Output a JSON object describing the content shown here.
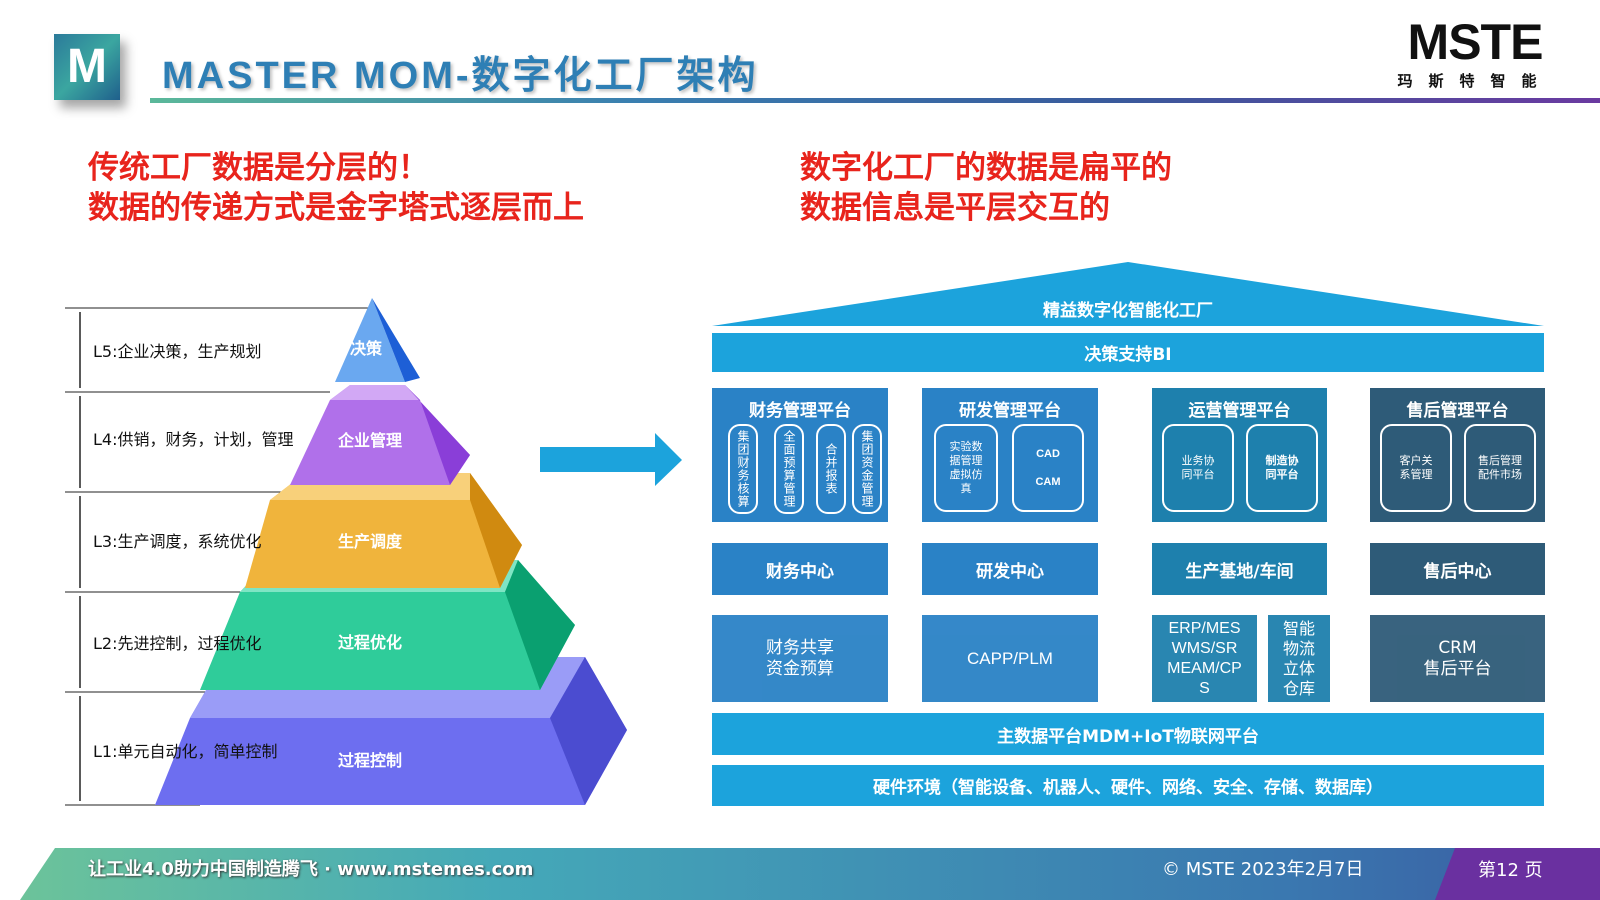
{
  "header": {
    "logo_letter": "M",
    "title": "MASTER MOM-数字化工厂架构",
    "brand_name": "MSTE",
    "brand_sub": "玛斯特智能"
  },
  "left": {
    "line1": "传统工厂数据是分层的！",
    "line2": "数据的传递方式是金字塔式逐层而上",
    "levels": [
      "L5:企业决策，生产规划",
      "L4:供销，财务，计划，管理",
      "L3:生产调度，系统优化",
      "L2:先进控制，过程优化",
      "L1:单元自动化，简单控制"
    ],
    "pyramid": [
      "决策",
      "企业管理",
      "生产调度",
      "过程优化",
      "过程控制"
    ]
  },
  "right": {
    "line1": "数字化工厂的数据是扁平的",
    "line2": "数据信息是平层交互的",
    "roof": "精益数字化智能化工厂",
    "bi": "决策支持BI",
    "platforms": [
      {
        "title": "财务管理平台",
        "subs": [
          "集团财务核算",
          "全面预算管理",
          "合并报表",
          "集团资金管理"
        ]
      },
      {
        "title": "研发管理平台",
        "subs": [
          "实验数据管理虚拟仿真",
          "CAD\n\nCAM"
        ]
      },
      {
        "title": "运营管理平台",
        "subs": [
          "业务协同平台",
          "制造协同平台"
        ]
      },
      {
        "title": "售后管理平台",
        "subs": [
          "客户关系管理",
          "售后管理配件市场"
        ]
      }
    ],
    "centers": [
      "财务中心",
      "研发中心",
      "生产基地/车间",
      "售后中心"
    ],
    "systems": [
      "财务共享\n资金预算",
      "CAPP/PLM",
      "ERP/MES\nWMS/SR\nMEAM/CP\nS",
      "智能\n物流\n立体\n仓库",
      "CRM\n售后平台"
    ],
    "mdm": "主数据平台MDM+IoT物联网平台",
    "hardware": "硬件环境（智能设备、机器人、硬件、网络、安全、存储、数据库）"
  },
  "footer": {
    "slogan": "让工业4.0助力中国制造腾飞 · www.mstemes.com",
    "copyright": "© MSTE 2023年2月7日",
    "page": "第12 页"
  },
  "colors": {
    "blue": "#2a82c6",
    "ops": "#1e80ad",
    "aftersales": "#2e5b78",
    "bar": "#1ca3dc",
    "red": "#e8241c"
  }
}
